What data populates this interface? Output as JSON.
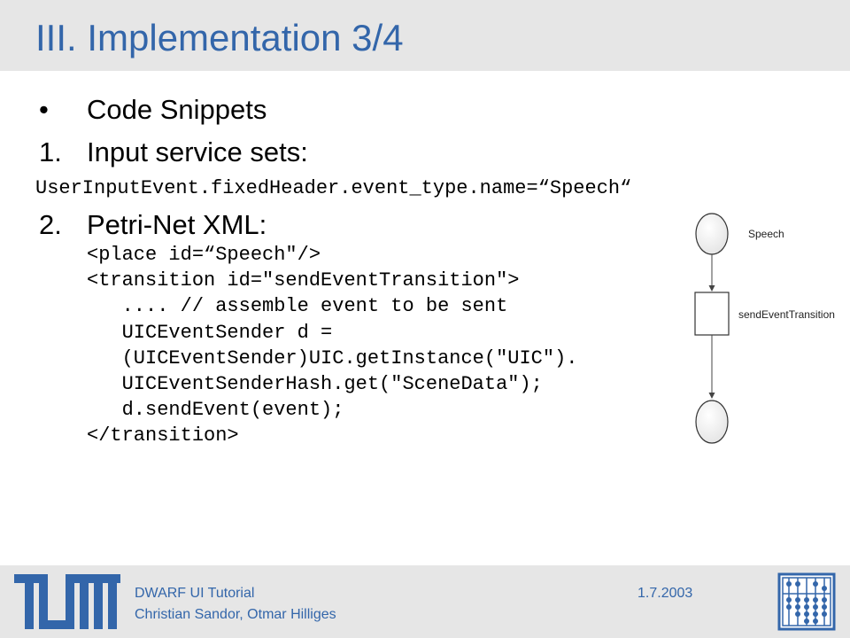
{
  "header": {
    "title": "III. Implementation 3/4"
  },
  "content": {
    "bullet_marker": "•",
    "bullet_text": "Code Snippets",
    "item1": {
      "number": "1.",
      "text": "Input service sets:"
    },
    "code1": "UserInputEvent.fixedHeader.event_type.name=“Speech“",
    "item2": {
      "number": "2.",
      "text": "Petri-Net XML:"
    },
    "code2_lines": [
      "<place id=“Speech\"/>",
      "<transition id=\"sendEventTransition\">",
      "   .... // assemble event to be sent",
      "   UICEventSender d =",
      "   (UICEventSender)UIC.getInstance(\"UIC\").",
      "   UICEventSenderHash.get(\"SceneData\");",
      "   d.sendEvent(event);",
      "</transition>"
    ]
  },
  "diagram": {
    "place_label": "Speech",
    "transition_label": "sendEventTransition"
  },
  "footer": {
    "line1": "DWARF UI Tutorial",
    "line2": "Christian Sandor, Otmar Hilliges",
    "date": "1.7.2003"
  },
  "colors": {
    "accent": "#3366aa",
    "band": "#e6e6e6"
  }
}
